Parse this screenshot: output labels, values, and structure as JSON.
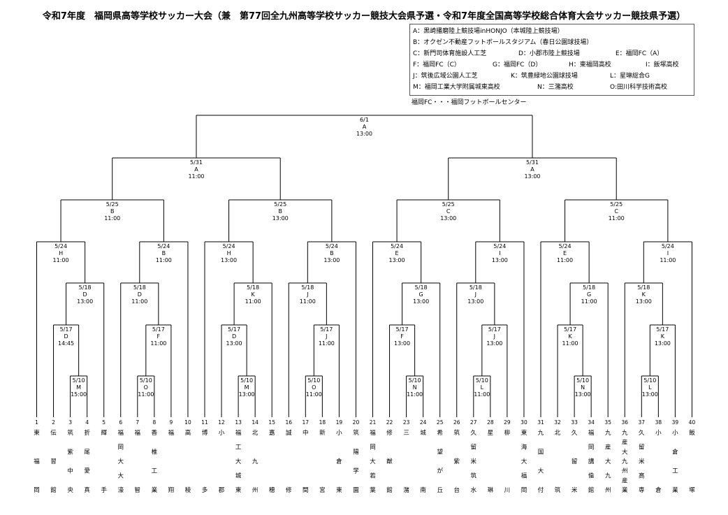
{
  "title": "令和7年度　福岡県高等学校サッカー大会（兼　第77回全九州高等学校サッカー競技大会県予選・令和7年度全国高等学校総合体育大会サッカー競技県予選）",
  "venues": [
    [
      "A：黒崎播磨陸上競技場inHONJO（本城陸上競技場）"
    ],
    [
      "B：オクゼン不動産フットボールスタジアム（春日公園球技場）"
    ],
    [
      "C：新門司体育施設人工芝",
      "D：小郡市陸上競技場",
      "E：福岡FC（A）"
    ],
    [
      "F：福岡FC（C）",
      "G：福岡FC（D）",
      "H：東福岡高校",
      "I：飯塚高校"
    ],
    [
      "J：筑後広域公園人工芝",
      "K：筑豊緑地公園球技場",
      "L：星琳総合G"
    ],
    [
      "M：福岡工業大学附属城東高校",
      "N：三潴高校",
      "O:田川科学技術高校"
    ]
  ],
  "venue_note": "福岡FC・・・福岡フットボールセンター",
  "teams": [
    {
      "no": "1",
      "name": [
        "東",
        "福",
        "岡"
      ]
    },
    {
      "no": "2",
      "name": [
        "伝",
        "習",
        "館"
      ]
    },
    {
      "no": "3",
      "name": [
        "筑",
        "紫",
        "中",
        "央"
      ]
    },
    {
      "no": "4",
      "name": [
        "折",
        "尾",
        "愛",
        "真"
      ]
    },
    {
      "no": "5",
      "name": [
        "輝",
        "手"
      ]
    },
    {
      "no": "6",
      "name": [
        "福",
        "岡",
        "大",
        "大",
        "濠"
      ]
    },
    {
      "no": "7",
      "name": [
        "福",
        "智"
      ]
    },
    {
      "no": "8",
      "name": [
        "香",
        "椎",
        "工",
        "業"
      ]
    },
    {
      "no": "9",
      "name": [
        "福",
        "翔"
      ]
    },
    {
      "no": "10",
      "name": [
        "高",
        "稜"
      ]
    },
    {
      "no": "11",
      "name": [
        "博",
        "多"
      ]
    },
    {
      "no": "12",
      "name": [
        "小",
        "郡"
      ]
    },
    {
      "no": "13",
      "name": [
        "福",
        "工",
        "大",
        "城",
        "東"
      ]
    },
    {
      "no": "14",
      "name": [
        "北",
        "九",
        "州"
      ]
    },
    {
      "no": "15",
      "name": [
        "嘉",
        "穂"
      ]
    },
    {
      "no": "16",
      "name": [
        "誠",
        "修"
      ]
    },
    {
      "no": "17",
      "name": [
        "中",
        "間"
      ]
    },
    {
      "no": "18",
      "name": [
        "新",
        "宮"
      ]
    },
    {
      "no": "19",
      "name": [
        "小",
        "倉",
        "東"
      ]
    },
    {
      "no": "20",
      "name": [
        "筑",
        "陽",
        "学",
        "園"
      ]
    },
    {
      "no": "21",
      "name": [
        "福",
        "岡",
        "大",
        "若",
        "葉"
      ]
    },
    {
      "no": "22",
      "name": [
        "修",
        "猷",
        "館"
      ]
    },
    {
      "no": "23",
      "name": [
        "三",
        "潴"
      ]
    },
    {
      "no": "24",
      "name": [
        "城",
        "南"
      ]
    },
    {
      "no": "25",
      "name": [
        "希",
        "望",
        "が",
        "丘"
      ]
    },
    {
      "no": "26",
      "name": [
        "筑",
        "紫",
        "台"
      ]
    },
    {
      "no": "27",
      "name": [
        "久",
        "留",
        "米",
        "筑",
        "水"
      ]
    },
    {
      "no": "28",
      "name": [
        "星",
        "琳"
      ]
    },
    {
      "no": "29",
      "name": [
        "柳",
        "川"
      ]
    },
    {
      "no": "30",
      "name": [
        "東",
        "海",
        "大",
        "福",
        "岡"
      ]
    },
    {
      "no": "31",
      "name": [
        "九",
        "国",
        "大",
        "付"
      ]
    },
    {
      "no": "32",
      "name": [
        "北",
        "筑"
      ]
    },
    {
      "no": "33",
      "name": [
        "久",
        "留",
        "米"
      ]
    },
    {
      "no": "34",
      "name": [
        "福",
        "岡",
        "講",
        "倫",
        "館"
      ]
    },
    {
      "no": "35",
      "name": [
        "九",
        "産",
        "大",
        "九",
        "州"
      ]
    },
    {
      "no": "36",
      "name": [
        "九",
        "産",
        "大",
        "九",
        "州",
        "産",
        "業"
      ]
    },
    {
      "no": "37",
      "name": [
        "久",
        "留",
        "米",
        "高",
        "専"
      ]
    },
    {
      "no": "38",
      "name": [
        "小",
        "倉"
      ]
    },
    {
      "no": "39",
      "name": [
        "小",
        "倉",
        "工",
        "業"
      ]
    },
    {
      "no": "40",
      "name": [
        "飯",
        "塚"
      ]
    }
  ],
  "matches": {
    "final": {
      "date": "6/1",
      "venue": "A",
      "time": "13:00"
    },
    "sf_l": {
      "date": "5/31",
      "venue": "A",
      "time": "11:00"
    },
    "sf_r": {
      "date": "5/31",
      "venue": "A",
      "time": "13:00"
    },
    "qf1": {
      "date": "5/25",
      "venue": "B",
      "time": "11:00"
    },
    "qf2": {
      "date": "5/25",
      "venue": "B",
      "time": "13:00"
    },
    "qf3": {
      "date": "5/25",
      "venue": "C",
      "time": "13:00"
    },
    "qf4": {
      "date": "5/25",
      "venue": "C",
      "time": "11:00"
    },
    "r4_1": {
      "date": "5/24",
      "venue": "H",
      "time": "11:00"
    },
    "r4_2": {
      "date": "5/24",
      "venue": "B",
      "time": "11:00"
    },
    "r4_3": {
      "date": "5/24",
      "venue": "H",
      "time": "13:00"
    },
    "r4_4": {
      "date": "5/24",
      "venue": "B",
      "time": "13:00"
    },
    "r4_5": {
      "date": "5/24",
      "venue": "E",
      "time": "13:00"
    },
    "r4_6": {
      "date": "5/24",
      "venue": "I",
      "time": "13:00"
    },
    "r4_7": {
      "date": "5/24",
      "venue": "E",
      "time": "11:00"
    },
    "r4_8": {
      "date": "5/24",
      "venue": "I",
      "time": "11:00"
    },
    "r3_1": {
      "date": "5/18",
      "venue": "D",
      "time": "13:00"
    },
    "r3_2": {
      "date": "5/18",
      "venue": "D",
      "time": "11:00"
    },
    "r3_3": {
      "date": "5/18",
      "venue": "K",
      "time": "11:00"
    },
    "r3_4": {
      "date": "5/18",
      "venue": "J",
      "time": "11:00"
    },
    "r3_5": {
      "date": "5/18",
      "venue": "G",
      "time": "13:00"
    },
    "r3_6": {
      "date": "5/18",
      "venue": "J",
      "time": "13:00"
    },
    "r3_7": {
      "date": "5/18",
      "venue": "G",
      "time": "11:00"
    },
    "r3_8": {
      "date": "5/18",
      "venue": "K",
      "time": "13:00"
    },
    "r2_1": {
      "date": "5/17",
      "venue": "D",
      "time": "14:45"
    },
    "r2_2": {
      "date": "5/17",
      "venue": "F",
      "time": "11:00"
    },
    "r2_3": {
      "date": "5/17",
      "venue": "D",
      "time": "13:00"
    },
    "r2_4": {
      "date": "5/17",
      "venue": "J",
      "time": "11:00"
    },
    "r2_5": {
      "date": "5/17",
      "venue": "F",
      "time": "13:00"
    },
    "r2_6": {
      "date": "5/17",
      "venue": "J",
      "time": "13:00"
    },
    "r2_7": {
      "date": "5/17",
      "venue": "K",
      "time": "11:00"
    },
    "r2_8": {
      "date": "5/17",
      "venue": "K",
      "time": "13:00"
    },
    "r1_1": {
      "date": "5/10",
      "venue": "M",
      "time": "15:00"
    },
    "r1_2": {
      "date": "5/10",
      "venue": "O",
      "time": "11:00"
    },
    "r1_3": {
      "date": "5/10",
      "venue": "M",
      "time": "13:00"
    },
    "r1_4": {
      "date": "5/10",
      "venue": "O",
      "time": "11:00"
    },
    "r1_5": {
      "date": "5/10",
      "venue": "N",
      "time": "11:00"
    },
    "r1_6": {
      "date": "5/10",
      "venue": "L",
      "time": "11:00"
    },
    "r1_7": {
      "date": "5/10",
      "venue": "N",
      "time": "13:00"
    },
    "r1_8": {
      "date": "5/10",
      "venue": "L",
      "time": "13:00"
    }
  }
}
